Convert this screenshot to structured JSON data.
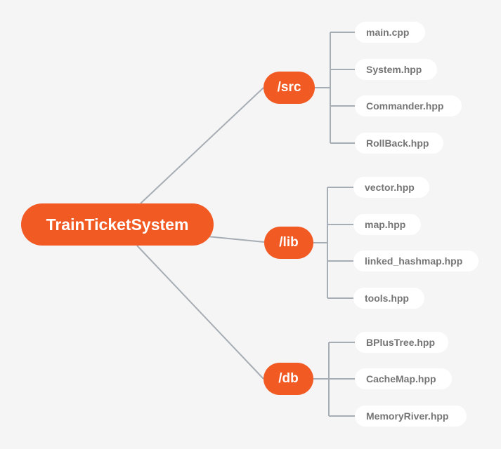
{
  "colors": {
    "background": "#f5f5f5",
    "node_accent": "#f25a24",
    "node_text_light": "#ffffff",
    "file_bg": "#ffffff",
    "file_text": "#757575",
    "connector": "#a7adb4"
  },
  "root": {
    "label": "TrainTicketSystem"
  },
  "folders": [
    {
      "label": "/src",
      "files": [
        "main.cpp",
        "System.hpp",
        "Commander.hpp",
        "RollBack.hpp"
      ]
    },
    {
      "label": "/lib",
      "files": [
        "vector.hpp",
        "map.hpp",
        "linked_hashmap.hpp",
        "tools.hpp"
      ]
    },
    {
      "label": "/db",
      "files": [
        "BPlusTree.hpp",
        "CacheMap.hpp",
        "MemoryRiver.hpp"
      ]
    }
  ]
}
